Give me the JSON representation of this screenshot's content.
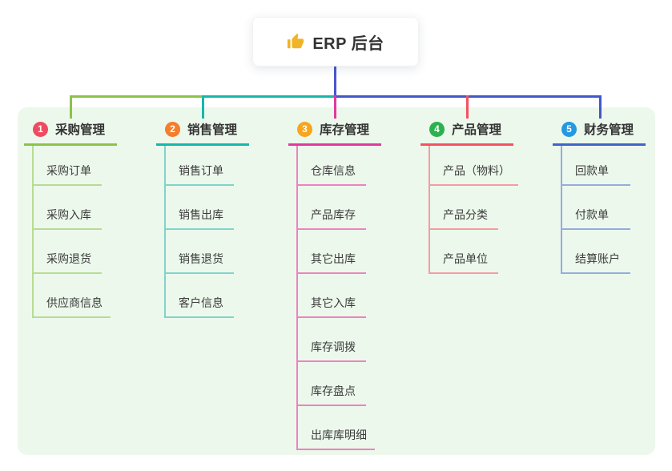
{
  "root": {
    "title": "ERP 后台",
    "icon": "thumbs-up-icon"
  },
  "branches": [
    {
      "num": "1",
      "title": "采购管理",
      "accent": "#8bc34a",
      "accent_light": "#b7dc92",
      "badge_color": "#f04a63",
      "items": [
        "采购订单",
        "采购入库",
        "采购退货",
        "供应商信息"
      ]
    },
    {
      "num": "2",
      "title": "销售管理",
      "accent": "#14b8ab",
      "accent_light": "#7fd4cb",
      "badge_color": "#f57e2c",
      "items": [
        "销售订单",
        "销售出库",
        "销售退货",
        "客户信息"
      ]
    },
    {
      "num": "3",
      "title": "库存管理",
      "accent": "#e03a9b",
      "accent_light": "#ee82bf",
      "badge_color": "#f9a51d",
      "items": [
        "仓库信息",
        "产品库存",
        "其它出库",
        "其它入库",
        "库存调拨",
        "库存盘点",
        "出库库明细"
      ]
    },
    {
      "num": "4",
      "title": "产品管理",
      "accent": "#f6505e",
      "accent_light": "#f79aa1",
      "badge_color": "#2db14e",
      "items": [
        "产品（物料）",
        "产品分类",
        "产品单位"
      ]
    },
    {
      "num": "5",
      "title": "财务管理",
      "accent": "#4064c9",
      "accent_light": "#94abdf",
      "badge_color": "#2499e0",
      "items": [
        "回款单",
        "付款单",
        "结算账户"
      ]
    }
  ],
  "colors": {
    "panel_background": "#ecf8ec",
    "root_connector": "#4956d0",
    "bus_blue": "#4058c9",
    "thumb_icon": "#f0b429"
  }
}
